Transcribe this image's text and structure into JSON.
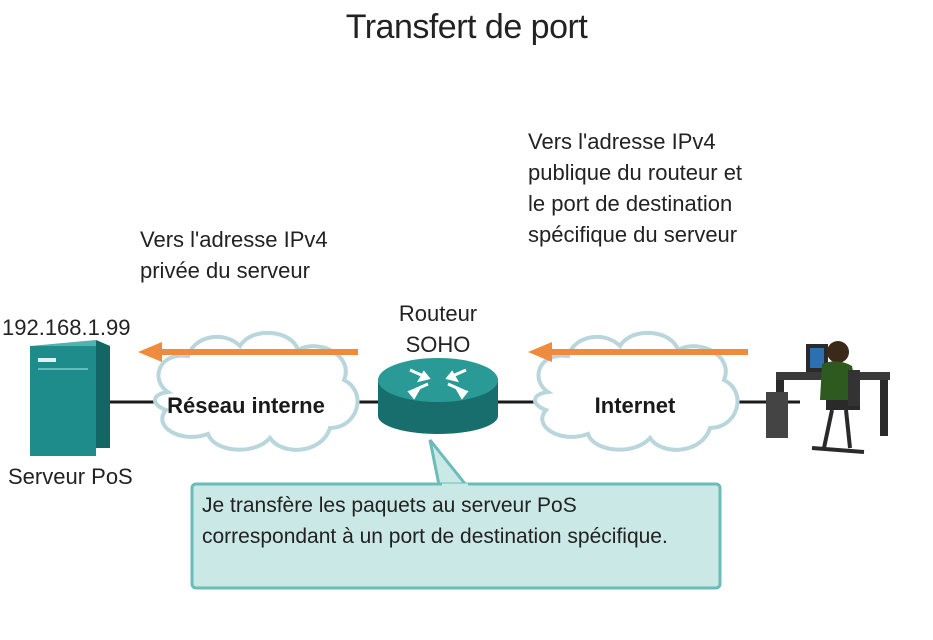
{
  "title": "Transfert de port",
  "annotations": {
    "to_private": "Vers l'adresse IPv4 privée du serveur",
    "to_public": "Vers l'adresse IPv4 publique du routeur et le port de destination spécifique du serveur"
  },
  "server": {
    "ip": "192.168.1.99",
    "label": "Serveur PoS"
  },
  "router": {
    "label": "Routeur SOHO"
  },
  "clouds": {
    "internal": "Réseau interne",
    "internet": "Internet"
  },
  "callout": {
    "text": "Je transfère les paquets au serveur PoS correspondant à un port de destination spécifique."
  },
  "colors": {
    "arrow": "#f08a3c",
    "cloud_fill": "#ffffff",
    "cloud_stroke": "#b9d6dc",
    "device_teal": "#1e8c8a",
    "callout_fill": "#c9e8e6",
    "callout_border": "#6bbcb8"
  },
  "icons": [
    "server-icon",
    "router-icon",
    "pc-user-icon",
    "cloud-icon",
    "arrow-left-icon"
  ]
}
